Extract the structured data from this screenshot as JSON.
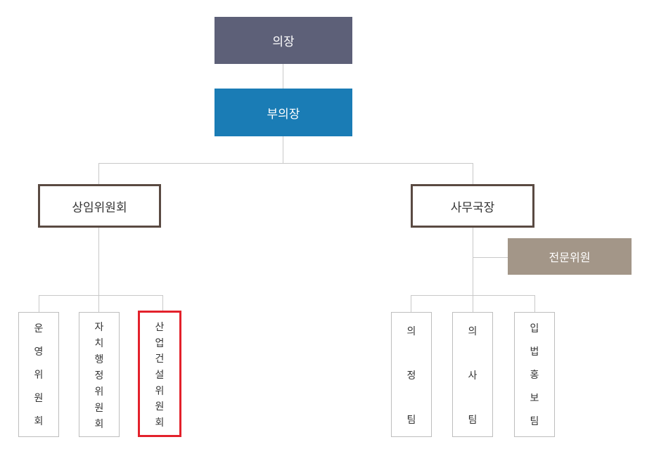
{
  "chair": "의장",
  "vice_chair": "부의장",
  "standing_committee": "상임위원회",
  "secretary_general": "사무국장",
  "expert_member": "전문위원",
  "committees": [
    [
      "운",
      "영",
      "위",
      "원",
      "회"
    ],
    [
      "자",
      "치",
      "행",
      "정",
      "위",
      "원",
      "회"
    ],
    [
      "산",
      "업",
      "건",
      "설",
      "위",
      "원",
      "회"
    ]
  ],
  "teams": [
    [
      "의",
      "정",
      "팀"
    ],
    [
      "의",
      "사",
      "팀"
    ],
    [
      "입",
      "법",
      "홍",
      "보",
      "팀"
    ]
  ],
  "colors": {
    "chair_bg": "#5d6078",
    "vice_chair_bg": "#1a7cb5",
    "outline_border": "#5a4a42",
    "expert_bg": "#a39688",
    "highlight_border": "#e3212b"
  }
}
